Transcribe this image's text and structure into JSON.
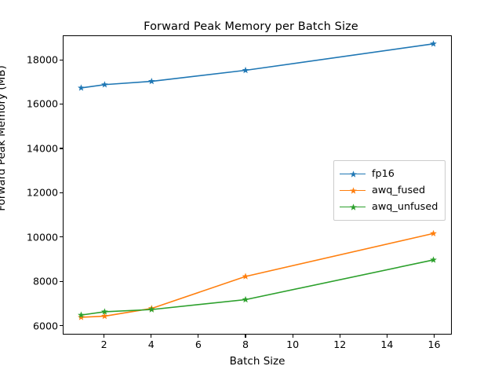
{
  "chart_data": {
    "type": "line",
    "title": "Forward Peak Memory per Batch Size",
    "xlabel": "Batch Size",
    "ylabel": "Forward Peak Memory (MB)",
    "x": [
      1,
      2,
      4,
      8,
      16
    ],
    "xlim": [
      0.25,
      16.75
    ],
    "ylim": [
      5600,
      19100
    ],
    "xticks": [
      2,
      4,
      6,
      8,
      10,
      12,
      14,
      16
    ],
    "xtick_labels": [
      "2",
      "4",
      "6",
      "8",
      "10",
      "12",
      "14",
      "16"
    ],
    "yticks": [
      6000,
      8000,
      10000,
      12000,
      14000,
      16000,
      18000
    ],
    "ytick_labels": [
      "6000",
      "8000",
      "10000",
      "12000",
      "14000",
      "16000",
      "18000"
    ],
    "grid": false,
    "legend_position": "center right",
    "marker": "star",
    "series": [
      {
        "name": "fp16",
        "color": "#1f77b4",
        "values": [
          16750,
          16900,
          17050,
          17550,
          18750
        ]
      },
      {
        "name": "awq_fused",
        "color": "#ff7f0e",
        "values": [
          6350,
          6400,
          6750,
          8200,
          10150
        ]
      },
      {
        "name": "awq_unfused",
        "color": "#2ca02c",
        "values": [
          6450,
          6600,
          6700,
          7150,
          8950
        ]
      }
    ]
  }
}
